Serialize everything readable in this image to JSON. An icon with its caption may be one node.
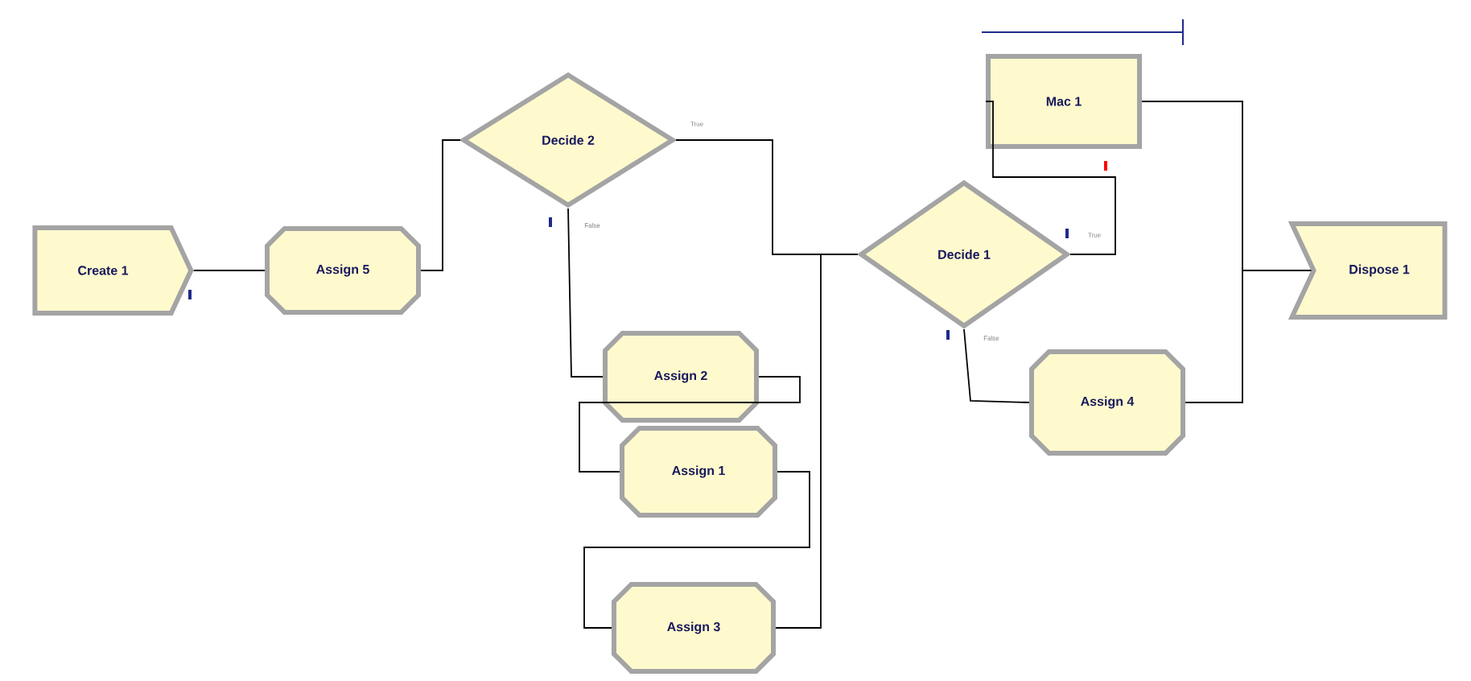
{
  "diagram": {
    "nodes": [
      {
        "text": [
          "Create 1"
        ]
      },
      {
        "text": [
          "Assign 5"
        ]
      },
      {
        "text": [
          "Decide 2"
        ]
      },
      {
        "text": [
          "Assign 2"
        ]
      },
      {
        "text": [
          "Assign 1"
        ]
      },
      {
        "text": [
          "Assign 3"
        ]
      },
      {
        "text": [
          "Decide 1"
        ]
      },
      {
        "text": [
          "Mac 1"
        ]
      },
      {
        "text": [
          "Assign 4"
        ]
      },
      {
        "text": [
          "Dispose 1"
        ]
      }
    ],
    "edges": [
      {
        "from": 0,
        "to": 1,
        "arrow": "none"
      },
      {
        "from": 1,
        "to": 2,
        "arrow": "none"
      },
      {
        "from": 2,
        "to": 6,
        "arrow": "none",
        "label": "True"
      },
      {
        "from": 2,
        "to": 3,
        "arrow": "none",
        "label": "False"
      },
      {
        "from": 3,
        "to": 4,
        "arrow": "none"
      },
      {
        "from": 4,
        "to": 5,
        "arrow": "none"
      },
      {
        "from": 5,
        "to": 6,
        "arrow": "none"
      },
      {
        "from": 6,
        "to": 7,
        "arrow": "none",
        "label": "True"
      },
      {
        "from": 6,
        "to": 8,
        "arrow": "none",
        "label": "False"
      },
      {
        "from": 7,
        "to": 9,
        "arrow": "none"
      },
      {
        "from": 8,
        "to": 9,
        "arrow": "none"
      }
    ]
  }
}
